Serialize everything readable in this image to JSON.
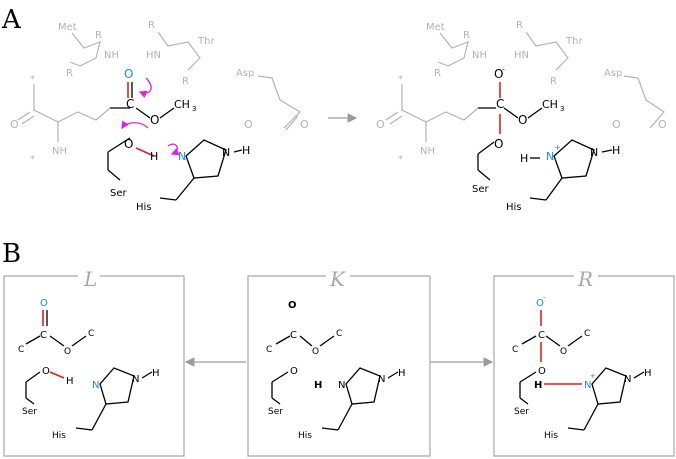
{
  "section_labels": {
    "a": "A",
    "b": "B"
  },
  "panel_labels": {
    "left": "L",
    "center": "K",
    "right": "R"
  },
  "atoms": {
    "met": "Met",
    "thr": "Thr",
    "asp": "Asp",
    "ser": "Ser",
    "his": "His",
    "r": "R",
    "nh": "NH",
    "hn": "HN",
    "o": "O",
    "c": "C",
    "n": "N",
    "h": "H",
    "ch3": "CH",
    "ch3_sub": "3",
    "plus": "+",
    "minus": "-",
    "star": "*"
  },
  "colors": {
    "gray": "#b3b3b3",
    "black": "#000000",
    "blue": "#1e88e5",
    "red": "#e02020",
    "magenta": "#e020e0",
    "frame": "#a8a8a8"
  }
}
